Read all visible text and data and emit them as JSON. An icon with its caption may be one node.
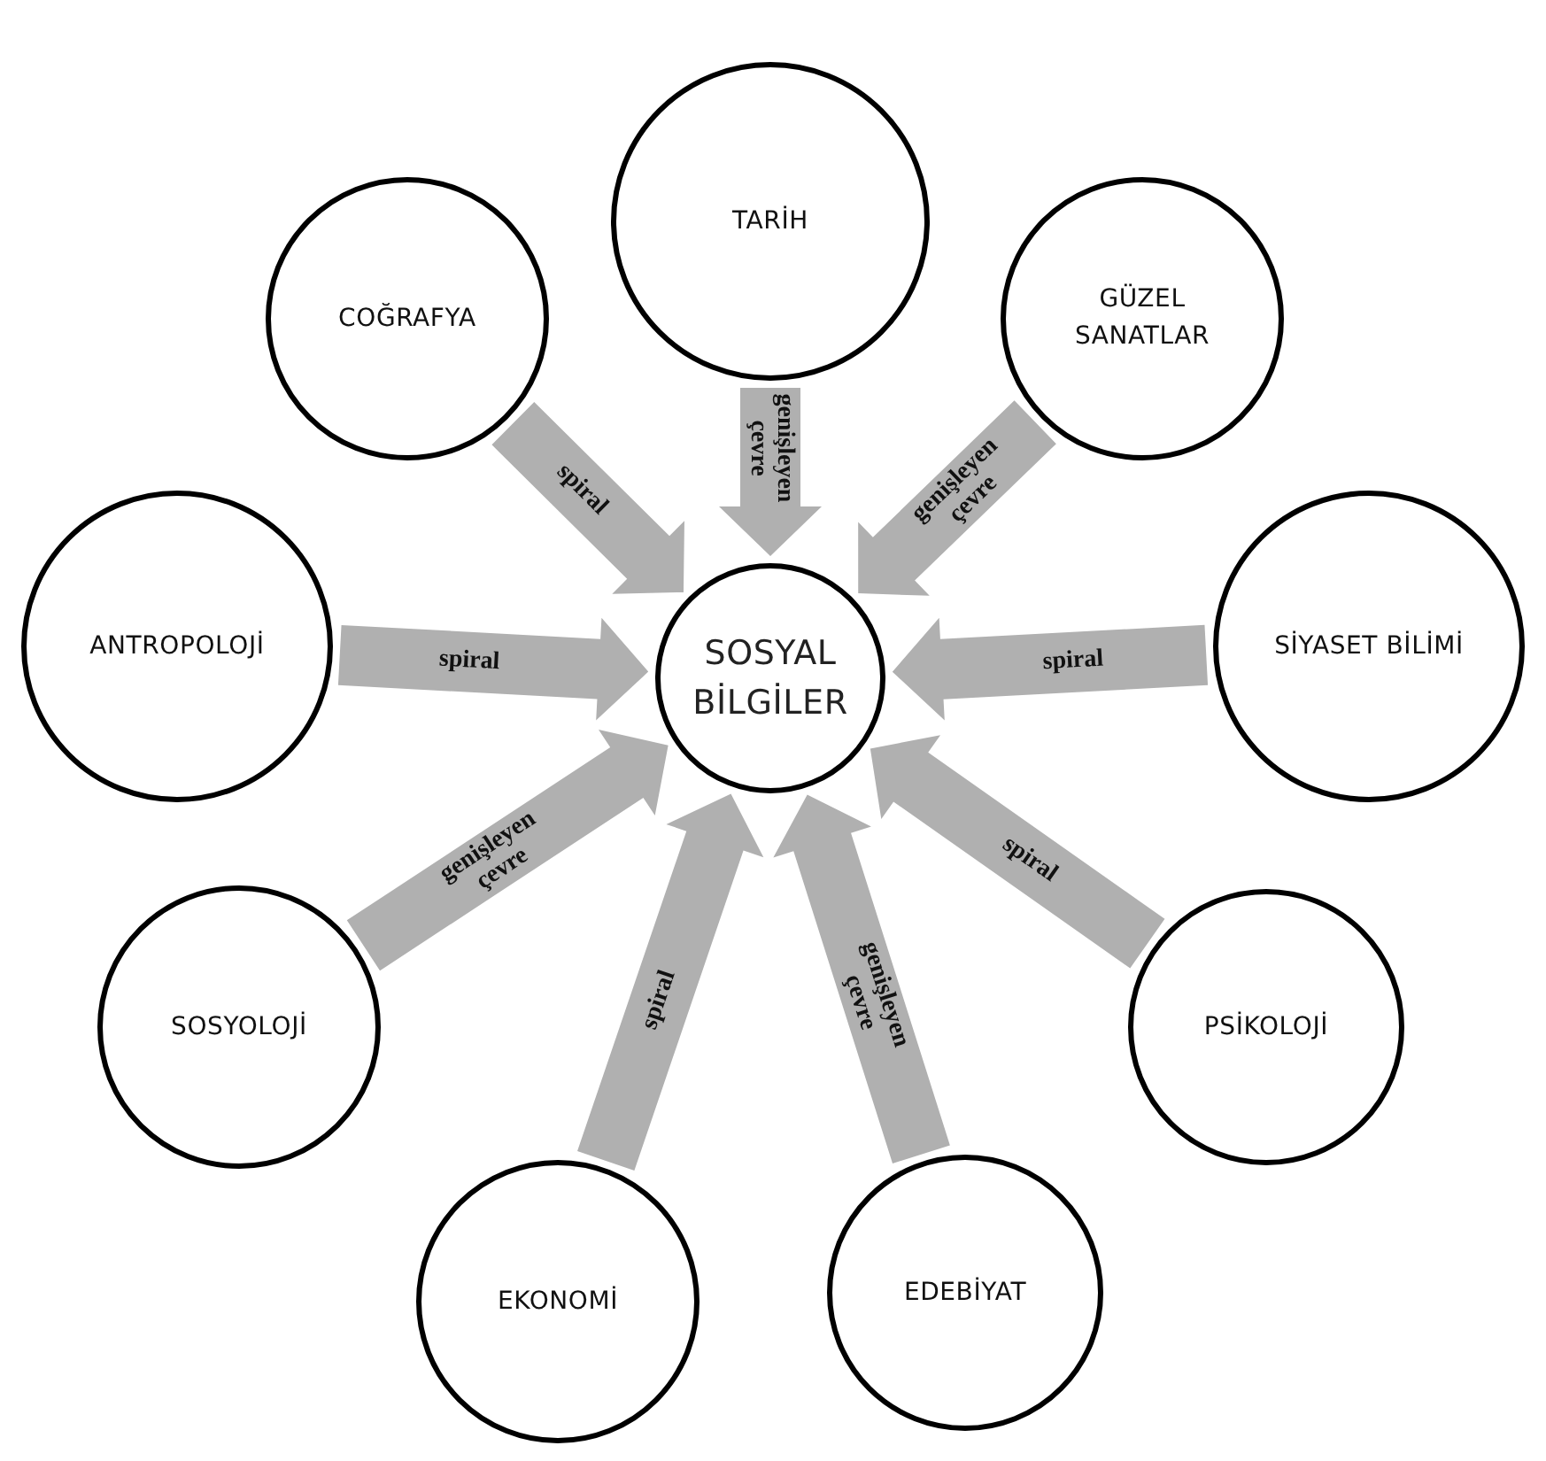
{
  "diagram": {
    "nodes": [
      {
        "text": [
          "TARİH"
        ]
      },
      {
        "text": [
          "COĞRAFYA"
        ]
      },
      {
        "text": [
          "GÜZEL SANATLAR"
        ]
      },
      {
        "text": [
          "ANTROPOLOJİ"
        ]
      },
      {
        "text": [
          "SOSYAL BİLGİLER"
        ]
      },
      {
        "text": [
          "SİYASET BİLİMİ"
        ]
      },
      {
        "text": [
          "SOSYOLOJİ"
        ]
      },
      {
        "text": [
          "PSİKOLOJİ"
        ]
      },
      {
        "text": [
          "EKONOMİ"
        ]
      },
      {
        "text": [
          "EDEBİYAT"
        ]
      }
    ],
    "edges": [
      {
        "from": 0,
        "to": 4,
        "arrow": "to",
        "label": "genişleyen çevre",
        "style": "thick",
        "color": "#b0b0b0"
      },
      {
        "from": 1,
        "to": 4,
        "arrow": "to",
        "label": "spiral",
        "style": "thick",
        "color": "#b0b0b0"
      },
      {
        "from": 2,
        "to": 4,
        "arrow": "to",
        "label": "genişleyen çevre",
        "style": "thick",
        "color": "#b0b0b0"
      },
      {
        "from": 3,
        "to": 4,
        "arrow": "to",
        "label": "spiral",
        "style": "thick",
        "color": "#b0b0b0"
      },
      {
        "from": 5,
        "to": 4,
        "arrow": "to",
        "label": "spiral",
        "style": "thick",
        "color": "#b0b0b0"
      },
      {
        "from": 6,
        "to": 4,
        "arrow": "to",
        "label": "genişleyen çevre",
        "style": "thick",
        "color": "#b0b0b0"
      },
      {
        "from": 7,
        "to": 4,
        "arrow": "to",
        "label": "spiral",
        "style": "thick",
        "color": "#b0b0b0"
      },
      {
        "from": 8,
        "to": 4,
        "arrow": "to",
        "label": "spiral",
        "style": "thick",
        "color": "#b0b0b0"
      },
      {
        "from": 9,
        "to": 4,
        "arrow": "to",
        "label": "genişleyen çevre",
        "style": "thick",
        "color": "#b0b0b0"
      }
    ]
  }
}
